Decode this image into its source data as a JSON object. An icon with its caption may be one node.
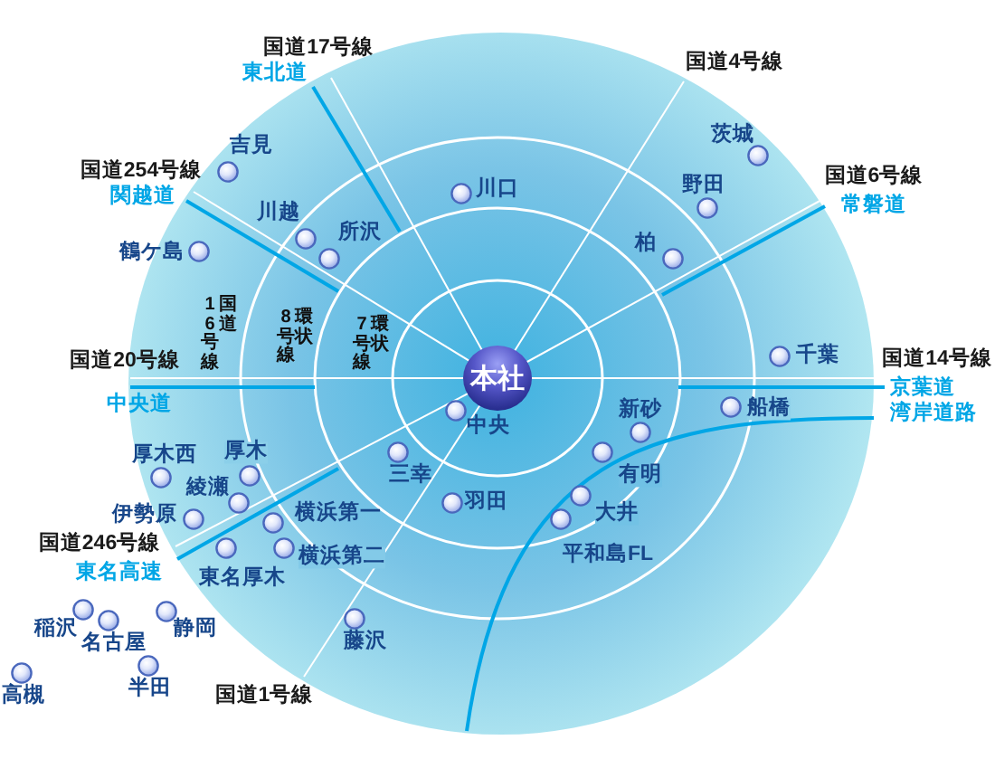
{
  "diagram": {
    "nodes": [
      {
        "text": [
          "本社"
        ]
      },
      {
        "text": [],
        "shape": "circle",
        "beside": [
          "吉見"
        ]
      },
      {
        "text": [],
        "shape": "circle",
        "beside": [
          "茨城"
        ]
      },
      {
        "text": [],
        "shape": "circle",
        "beside": [
          "野田"
        ]
      },
      {
        "text": [],
        "shape": "circle",
        "beside": [
          "川口"
        ]
      },
      {
        "text": [],
        "shape": "circle",
        "beside": [
          "川越"
        ]
      },
      {
        "text": [],
        "shape": "circle",
        "beside": [
          "所沢"
        ]
      },
      {
        "text": [],
        "shape": "circle",
        "beside": [
          "柏"
        ]
      },
      {
        "text": [],
        "shape": "circle",
        "beside": [
          "鶴ケ島"
        ]
      },
      {
        "text": [],
        "shape": "circle",
        "beside": [
          "千葉"
        ]
      },
      {
        "text": [],
        "shape": "circle",
        "beside": [
          "船橋"
        ]
      },
      {
        "text": [],
        "shape": "circle",
        "beside": [
          "新砂"
        ]
      },
      {
        "text": [],
        "shape": "circle",
        "beside": [
          "中央"
        ]
      },
      {
        "text": [],
        "shape": "circle",
        "beside": [
          "厚木西"
        ]
      },
      {
        "text": [],
        "shape": "circle",
        "beside": [
          "厚木"
        ]
      },
      {
        "text": [],
        "shape": "circle",
        "beside": [
          "三幸"
        ]
      },
      {
        "text": [],
        "shape": "circle",
        "beside": [
          "有明"
        ]
      },
      {
        "text": [],
        "shape": "circle",
        "beside": [
          "綾瀬"
        ]
      },
      {
        "text": [],
        "shape": "circle",
        "beside": [
          "羽田"
        ]
      },
      {
        "text": [],
        "shape": "circle",
        "beside": [
          "伊勢原"
        ]
      },
      {
        "text": [],
        "shape": "circle",
        "beside": [
          "横浜第一"
        ]
      },
      {
        "text": [],
        "shape": "circle",
        "beside": [
          "大井"
        ]
      },
      {
        "text": [],
        "shape": "circle",
        "beside": [
          "東名厚木"
        ]
      },
      {
        "text": [],
        "shape": "circle",
        "beside": [
          "横浜第二"
        ]
      },
      {
        "text": [],
        "shape": "circle",
        "beside": [
          "平和島FL"
        ]
      },
      {
        "text": [],
        "shape": "circle",
        "beside": [
          "稲沢"
        ]
      },
      {
        "text": [],
        "shape": "circle",
        "beside": [
          "静岡"
        ]
      },
      {
        "text": [],
        "shape": "circle",
        "beside": [
          "名古屋"
        ]
      },
      {
        "text": [],
        "shape": "circle",
        "beside": [
          "藤沢"
        ]
      },
      {
        "text": [],
        "shape": "circle",
        "beside": [
          "半田"
        ]
      },
      {
        "text": [],
        "shape": "circle",
        "beside": [
          "高槻"
        ]
      }
    ],
    "labels": [
      "国道17号線",
      "東北道",
      "国道4号線",
      "国道254号線",
      "関越道",
      "国道6号線",
      "常磐道",
      "国道16号線",
      "環状8号線",
      "環状7号線",
      "国道20号線",
      "国道14号線",
      "京葉道",
      "中央道",
      "湾岸道路",
      "国道246号線",
      "東名高速",
      "国道1号線"
    ]
  }
}
